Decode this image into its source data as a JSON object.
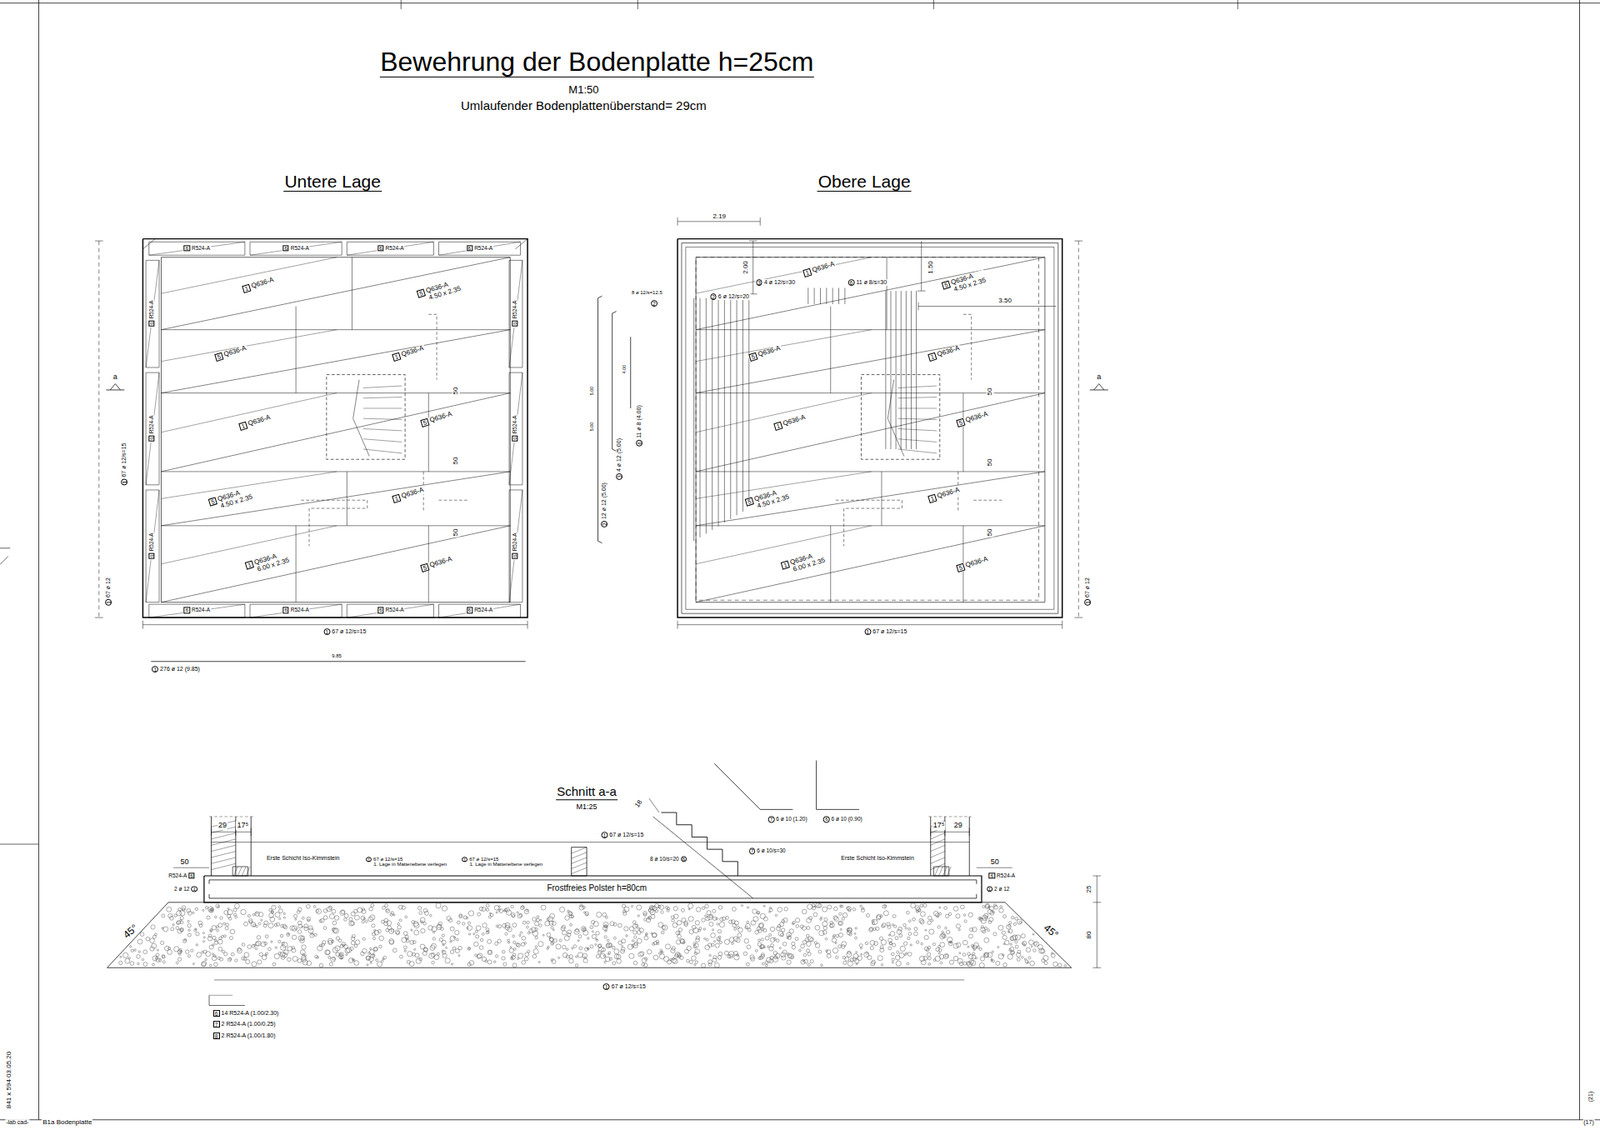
{
  "diagram": {
    "title": "Bewehrung der Bodenplatte h=25cm",
    "nodes": [
      {
        "text": [
          "1",
          "Q636-A"
        ]
      },
      {
        "text": [
          "5",
          "Q636-A",
          "4.50 x 2.35"
        ]
      },
      {
        "text": [
          "5",
          "Q636-A"
        ]
      },
      {
        "text": [
          "1",
          "Q636-A"
        ]
      },
      {
        "text": [
          "1",
          "Q636-A"
        ]
      },
      {
        "text": [
          "5",
          "Q636-A"
        ]
      },
      {
        "text": [
          "5",
          "Q636-A",
          "4.50 x 2.35"
        ]
      },
      {
        "text": [
          "1",
          "Q636-A"
        ]
      },
      {
        "text": [
          "1",
          "Q636-A",
          "6.00 x 2.35"
        ]
      },
      {
        "text": [
          "5",
          "Q636-A"
        ]
      },
      {
        "text": [
          "6",
          "R524-A"
        ]
      },
      {
        "text": [
          "6",
          "R524-A"
        ]
      },
      {
        "text": [
          "6",
          "R524-A"
        ]
      },
      {
        "text": [
          "6",
          "R524-A"
        ]
      },
      {
        "text": [
          "6",
          "R524-A"
        ]
      },
      {
        "text": [
          "6",
          "R524-A"
        ]
      },
      {
        "text": [
          "6",
          "R524-A"
        ]
      },
      {
        "text": [
          "6",
          "R524-A"
        ]
      },
      {
        "text": [
          "6",
          "R524-A"
        ]
      },
      {
        "text": [
          "6",
          "R524-A"
        ]
      },
      {
        "text": [
          "6",
          "R524-A"
        ]
      },
      {
        "text": [
          "6",
          "R524-A"
        ]
      },
      {
        "text": [
          "6",
          "R524-A"
        ]
      },
      {
        "text": [
          "6",
          "R524-A"
        ]
      },
      {
        "text": [
          "1",
          "67 ø 12/s=15"
        ]
      },
      {
        "text": [
          "1",
          "67 ø 12"
        ]
      },
      {
        "text": [
          "1",
          "67 ø 12/s=15"
        ]
      },
      {
        "text": [
          "1",
          "276 ø 12 (9.85)"
        ]
      },
      {
        "text": [
          "1",
          "Q636-A"
        ]
      },
      {
        "text": [
          "5",
          "Q636-A",
          "4.50 x 2.35"
        ]
      },
      {
        "text": [
          "5",
          "Q636-A"
        ]
      },
      {
        "text": [
          "1",
          "Q636-A"
        ]
      },
      {
        "text": [
          "1",
          "Q636-A"
        ]
      },
      {
        "text": [
          "5",
          "Q636-A"
        ]
      },
      {
        "text": [
          "5",
          "Q636-A",
          "4.50 x 2.35"
        ]
      },
      {
        "text": [
          "1",
          "Q636-A"
        ]
      },
      {
        "text": [
          "1",
          "Q636-A",
          "6.00 x 2.35"
        ]
      },
      {
        "text": [
          "5",
          "Q636-A"
        ]
      },
      {
        "text": [
          "3",
          "4 ø 12/s=30"
        ]
      },
      {
        "text": [
          "6",
          "11 ø 8/s=30"
        ]
      },
      {
        "text": [
          "2",
          "6 ø 12/s=20"
        ]
      },
      {
        "text": [
          "2"
        ]
      },
      {
        "text": [
          "1",
          "67 ø 12/s=15"
        ]
      },
      {
        "text": [
          "1",
          "67 ø 12"
        ]
      },
      {
        "text": [
          "3",
          "4 ø 12 (5.00)"
        ]
      },
      {
        "text": [
          "6",
          "11 ø 8 (4.00)"
        ]
      },
      {
        "text": [
          "2",
          "12 ø 12 (5.00)"
        ]
      },
      {
        "text": [
          "1",
          "67 ø 12/s=15"
        ]
      },
      {
        "text": [
          "1",
          "67 ø 12/s=15",
          "1. Lage in Mattenebene verlegen"
        ]
      },
      {
        "text": [
          "1",
          "67 ø 12/s=15",
          "1. Lage in Mattenebene verlegen"
        ]
      },
      {
        "text": [
          "6",
          "R524-A"
        ]
      },
      {
        "text": [
          "1",
          "2 ø 12"
        ]
      },
      {
        "text": [
          "6",
          "R524-A"
        ]
      },
      {
        "text": [
          "1",
          "2 ø 12"
        ]
      },
      {
        "text": [
          "6",
          "8 ø 10/s=20"
        ]
      },
      {
        "text": [
          "7",
          "6 ø 10/s=30"
        ]
      },
      {
        "text": [
          "7",
          "6 ø 10 (1.20)"
        ]
      },
      {
        "text": [
          "6",
          "6 ø 10 (0.90)"
        ]
      },
      {
        "text": [
          "1",
          "67 ø 12/s=15"
        ]
      },
      {
        "text": [
          "6",
          "14 R524-A (1.00/2.30)"
        ]
      },
      {
        "text": [
          "7",
          "2 R524-A (1.00/0.25)"
        ]
      },
      {
        "text": [
          "8",
          "2 R524-A (1.00/1.80)"
        ]
      }
    ],
    "labels": [
      "M1:50",
      "Umlaufender Bodenplattenüberstand= 29cm",
      "Untere Lage",
      "Obere Lage",
      "a",
      "a",
      "50",
      "50",
      "50",
      "9.85",
      "2.19",
      "2.00",
      "1.50",
      "3.50",
      "50",
      "50",
      "50",
      "8 ø 12/s=12.5",
      "5.00",
      "4.00",
      "5.00",
      "Schnitt a-a",
      "M1:25",
      "29",
      "17⁵",
      "17⁵",
      "29",
      "50",
      "50",
      "Erste Schicht Iso-Kimmstein",
      "Erste Schicht Iso-Kimmstein",
      "18",
      "Frostfreies Polster h=80cm",
      "45°",
      "45°",
      "25",
      "80",
      "841 x 594 03.05.20",
      "-lab cad-",
      "B1a Bodenplatte",
      "(17)",
      "(21)"
    ]
  }
}
